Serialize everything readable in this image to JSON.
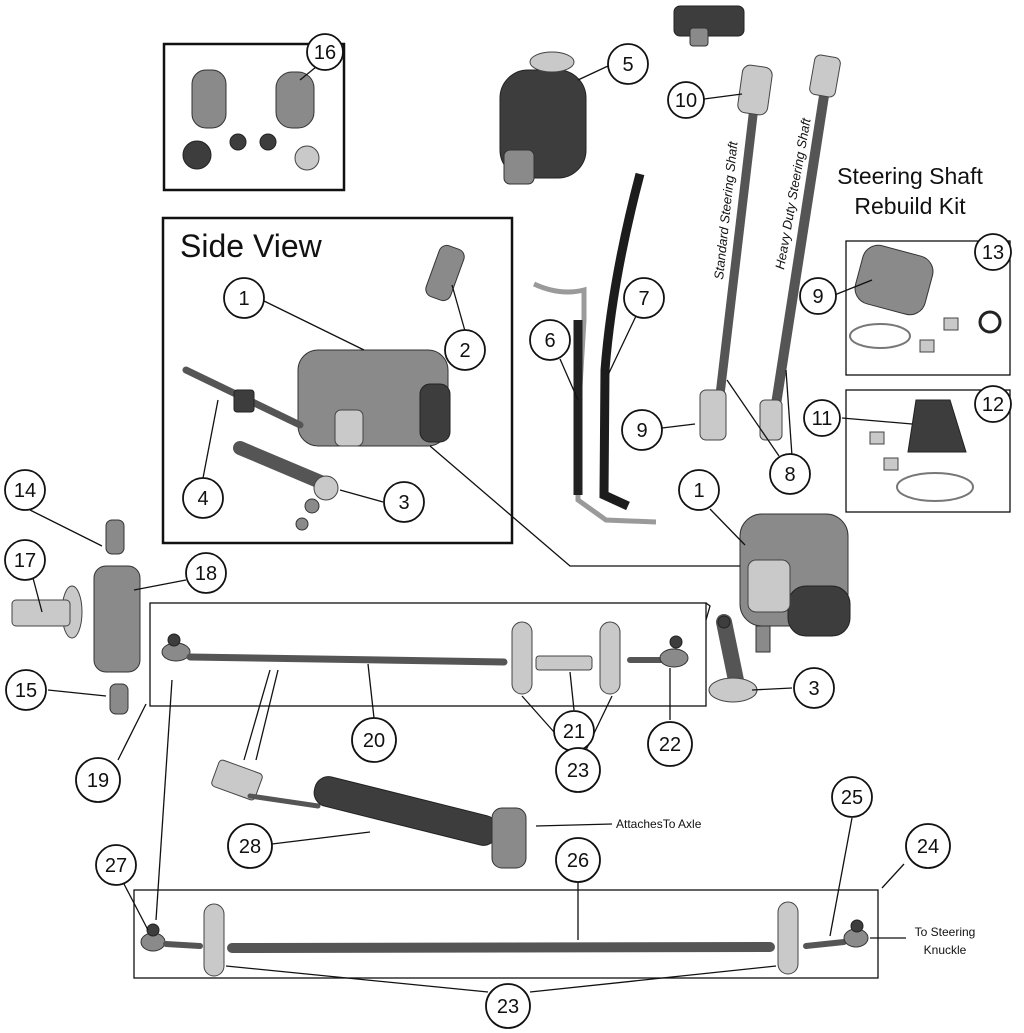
{
  "labels": {
    "side_view": "Side View",
    "kit_title_line1": "Steering Shaft",
    "kit_title_line2": "Rebuild Kit",
    "standard_shaft": "Standard Steering Shaft",
    "heavy_duty_shaft": "Heavy Duty Steering Shaft",
    "attaches_to_axle": "AttachesTo Axle",
    "to_steering_line1": "To Steering",
    "to_steering_line2": "Knuckle"
  },
  "callouts": [
    {
      "id": "16",
      "label": "16"
    },
    {
      "id": "5",
      "label": "5"
    },
    {
      "id": "10",
      "label": "10"
    },
    {
      "id": "1-side",
      "label": "1"
    },
    {
      "id": "2",
      "label": "2"
    },
    {
      "id": "4",
      "label": "4"
    },
    {
      "id": "3-side",
      "label": "3"
    },
    {
      "id": "6",
      "label": "6"
    },
    {
      "id": "7",
      "label": "7"
    },
    {
      "id": "9-lower",
      "label": "9"
    },
    {
      "id": "8",
      "label": "8"
    },
    {
      "id": "9-kit",
      "label": "9"
    },
    {
      "id": "13",
      "label": "13"
    },
    {
      "id": "11",
      "label": "11"
    },
    {
      "id": "12",
      "label": "12"
    },
    {
      "id": "1-main",
      "label": "1"
    },
    {
      "id": "14",
      "label": "14"
    },
    {
      "id": "17",
      "label": "17"
    },
    {
      "id": "18",
      "label": "18"
    },
    {
      "id": "15",
      "label": "15"
    },
    {
      "id": "19",
      "label": "19"
    },
    {
      "id": "20",
      "label": "20"
    },
    {
      "id": "21",
      "label": "21"
    },
    {
      "id": "22",
      "label": "22"
    },
    {
      "id": "23-top",
      "label": "23"
    },
    {
      "id": "3-main",
      "label": "3"
    },
    {
      "id": "28",
      "label": "28"
    },
    {
      "id": "25",
      "label": "25"
    },
    {
      "id": "24",
      "label": "24"
    },
    {
      "id": "26",
      "label": "26"
    },
    {
      "id": "27",
      "label": "27"
    },
    {
      "id": "23-bottom",
      "label": "23"
    }
  ]
}
